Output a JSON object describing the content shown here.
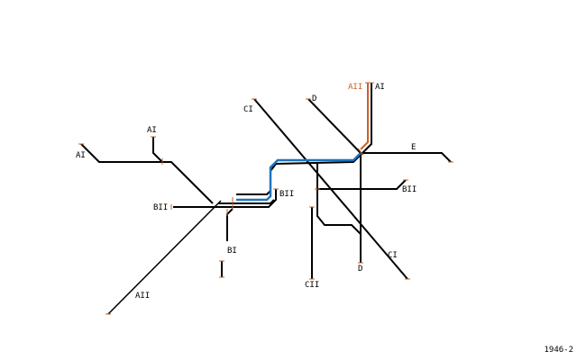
{
  "colors": {
    "background": "#ffffff",
    "line": "#000000",
    "blue_route": "#1e73be",
    "orange_route": "#c8602a",
    "terminal_tick": "#c8602a",
    "orange_label": "#c8602a"
  },
  "labels": {
    "AII_north_orange": "AII",
    "AI_north": "AI",
    "D_north": "D",
    "CI_north": "CI",
    "E_east": "E",
    "AI_west_upper": "AI",
    "AI_west": "AI",
    "BII_west": "BII",
    "BII_center": "BII",
    "BII_east": "BII",
    "BI_south": "BI",
    "AII_southwest": "AII",
    "CII_south": "CII",
    "D_south": "D",
    "CI_southeast": "CI"
  },
  "year": "1946-2"
}
